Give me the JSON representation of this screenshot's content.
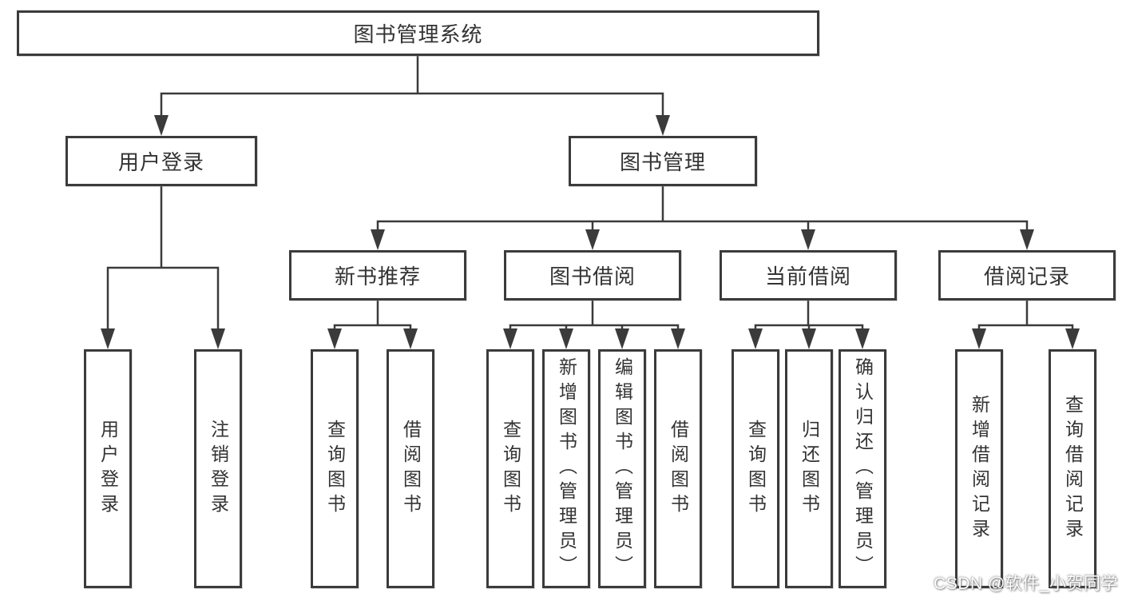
{
  "colors": {
    "line": "#3b3b3b",
    "text": "#333333",
    "background": "#ffffff"
  },
  "watermark": "CSDN @软件_小贺同学",
  "tree": {
    "root": "图书管理系统",
    "children": [
      {
        "label": "用户登录",
        "children": [
          "用户登录",
          "注销登录"
        ]
      },
      {
        "label": "图书管理",
        "children": [
          {
            "label": "新书推荐",
            "children": [
              "查询图书",
              "借阅图书"
            ]
          },
          {
            "label": "图书借阅",
            "children": [
              "查询图书",
              "新增图书（管理员）",
              "编辑图书（管理员）",
              "借阅图书"
            ]
          },
          {
            "label": "当前借阅",
            "children": [
              "查询图书",
              "归还图书",
              "确认归还（管理员）"
            ]
          },
          {
            "label": "借阅记录",
            "children": [
              "新增借阅记录",
              "查询借阅记录"
            ]
          }
        ]
      }
    ]
  }
}
